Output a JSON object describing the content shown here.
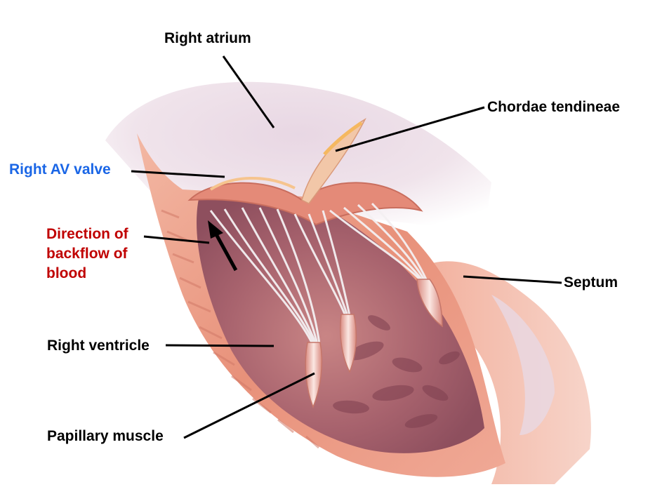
{
  "diagram": {
    "labels": {
      "right_atrium": "Right atrium",
      "chordae_tendineae": "Chordae tendineae",
      "right_av_valve": "Right AV valve",
      "direction_of_backflow": "Direction of\nbackflow of\nblood",
      "septum": "Septum",
      "right_ventricle": "Right ventricle",
      "papillary_muscle": "Papillary muscle"
    },
    "colors": {
      "default_label": "#000000",
      "right_av_valve_label": "#1a66e6",
      "backflow_label": "#c00000",
      "heart_wall": "#e8917a",
      "chamber": "#b86a6e",
      "atrium_tint": "#ead6e0",
      "chordae": "#f4f0f2"
    }
  }
}
